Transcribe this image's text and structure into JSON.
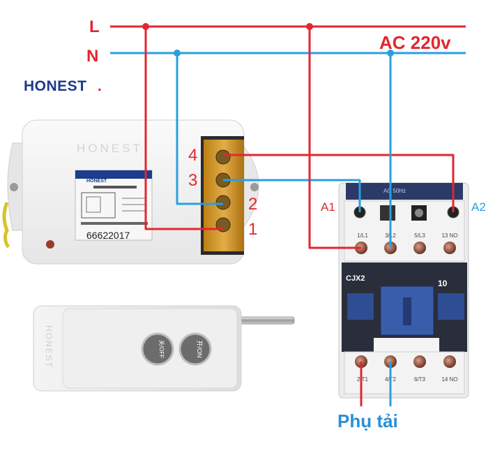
{
  "supply": {
    "line_label": "L",
    "neutral_label": "N",
    "voltage_label": "AC 220v"
  },
  "brand": {
    "logo_text": "HONEST",
    "logo_mark": "."
  },
  "receiver": {
    "embossed_brand": "HONEST",
    "sticker_brand": "HONEST",
    "serial": "66622017",
    "terminal_labels": [
      "4",
      "3",
      "2",
      "1"
    ]
  },
  "remote": {
    "embossed_brand": "HONEST",
    "off_label": "关/OFF",
    "on_label": "开/ON"
  },
  "contactor": {
    "model": "CJX2",
    "rating": "10",
    "coil_label": "AC 50Hz",
    "top_terminals": [
      "1/L1",
      "3/L2",
      "5/L3",
      "13 NO"
    ],
    "bottom_terminals": [
      "2/T1",
      "4/T2",
      "6/T3",
      "14 NO"
    ],
    "coil_left": "A1",
    "coil_right": "A2"
  },
  "load_label": "Phụ tải",
  "colors": {
    "line_wire": "#e3262f",
    "neutral_wire": "#2a9fe0",
    "load_text": "#2a8fd8",
    "logo_blue": "#1c3a8a",
    "logo_red": "#d8262b"
  }
}
